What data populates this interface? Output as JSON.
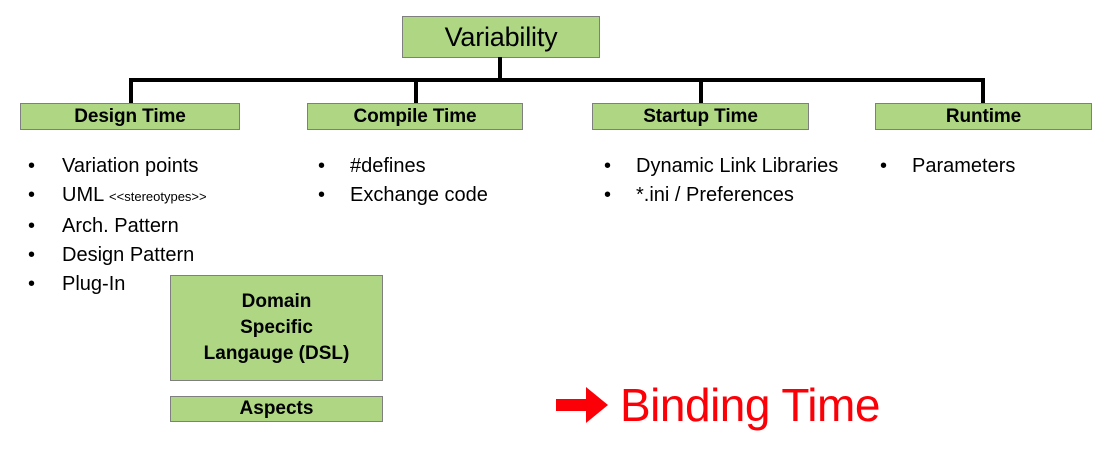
{
  "diagram": {
    "root": {
      "label": "Variability"
    },
    "categories": [
      {
        "label": "Design Time",
        "bullets": [
          {
            "marker": "•",
            "text": "Variation points"
          },
          {
            "marker": "•",
            "text": "UML ",
            "sub": "<<stereotypes>>"
          },
          {
            "marker": "•",
            "text": "Arch. Pattern"
          },
          {
            "marker": "•",
            "text": "Design Pattern"
          },
          {
            "marker": "•",
            "text": "Plug-In"
          }
        ]
      },
      {
        "label": "Compile Time",
        "bullets": [
          {
            "marker": "•",
            "text": "#defines"
          },
          {
            "marker": "•",
            "text": "Exchange code"
          }
        ]
      },
      {
        "label": "Startup Time",
        "bullets": [
          {
            "marker": "•",
            "text": "Dynamic Link Libraries"
          },
          {
            "marker": "•",
            "text": "*.ini / Preferences"
          }
        ]
      },
      {
        "label": "Runtime",
        "bullets": [
          {
            "marker": "•",
            "text": "Parameters"
          }
        ]
      }
    ],
    "extra_boxes": {
      "dsl": {
        "line1": "Domain",
        "line2": "Specific",
        "line3": "Langauge (DSL)"
      },
      "aspects": {
        "label": "Aspects"
      }
    },
    "callout": {
      "arrow_icon": "right-arrow-icon",
      "label": "Binding Time"
    },
    "colors": {
      "box_fill": "#aed683",
      "box_border": "#7f7f7f",
      "connector": "#000000",
      "callout": "#fb0007",
      "text": "#000000",
      "background": "#ffffff"
    }
  }
}
